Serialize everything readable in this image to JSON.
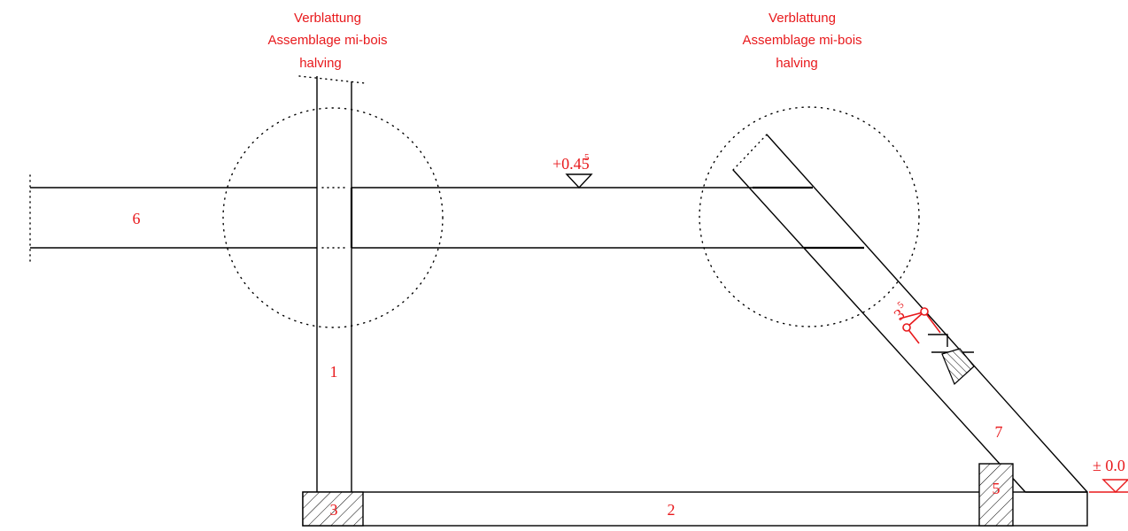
{
  "joints": {
    "left": {
      "line1": "Verblattung",
      "line2": "Assemblage mi-bois",
      "line3": "halving"
    },
    "right": {
      "line1": "Verblattung",
      "line2": "Assemblage mi-bois",
      "line3": "halving"
    }
  },
  "elevations": {
    "upper": {
      "value": "+0.45",
      "sup": "5"
    },
    "ground": {
      "value": "± 0.0"
    }
  },
  "dimension": {
    "value": "3",
    "sup": "5"
  },
  "members": {
    "m1": "1",
    "m2": "2",
    "m3": "3",
    "m5": "5",
    "m6": "6",
    "m7": "7"
  },
  "colors": {
    "annotation": "#e8191c",
    "linework": "#000000"
  }
}
